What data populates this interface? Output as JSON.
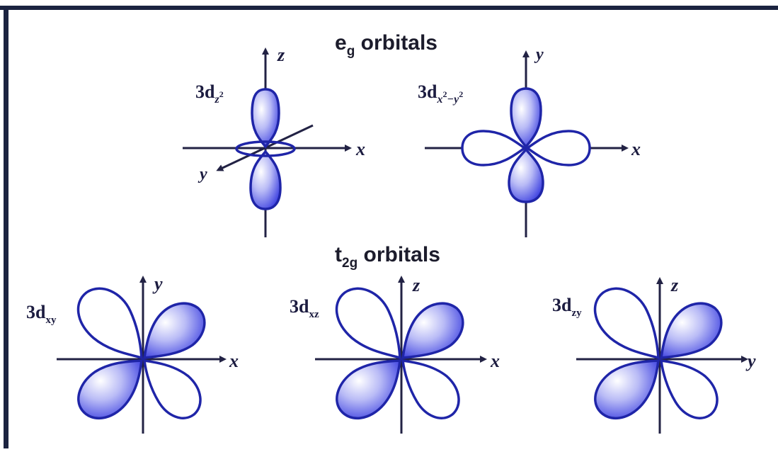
{
  "sections": {
    "eg": {
      "title_main": "e",
      "title_sub": "g",
      "title_rest": " orbitals"
    },
    "t2g": {
      "title_main": "t",
      "title_sub": "2g",
      "title_rest": " orbitals"
    }
  },
  "orbitals": [
    {
      "id": "dz2",
      "label_main": "3d",
      "sub": "z",
      "sup": "2",
      "axes": [
        "z",
        "x",
        "y"
      ]
    },
    {
      "id": "dx2y2",
      "label_main": "3d",
      "sub": "x",
      "sub_sup": "2",
      "sub_mid": "−y",
      "sub_sup2": "2",
      "axes": [
        "y",
        "x"
      ]
    },
    {
      "id": "dxy",
      "label_main": "3d",
      "sub": "xy",
      "axes": [
        "y",
        "x"
      ]
    },
    {
      "id": "dxz",
      "label_main": "3d",
      "sub": "xz",
      "axes": [
        "z",
        "x"
      ]
    },
    {
      "id": "dzy",
      "label_main": "3d",
      "sub": "zy",
      "axes": [
        "z",
        "y"
      ]
    }
  ],
  "colors": {
    "lobe_stroke": "#1f25a8",
    "lobe_fill_light": "#ffffff",
    "lobe_fill_dark": "#3b3fe0",
    "frame_left": "#1b2340",
    "frame_top": "#1b2340"
  }
}
